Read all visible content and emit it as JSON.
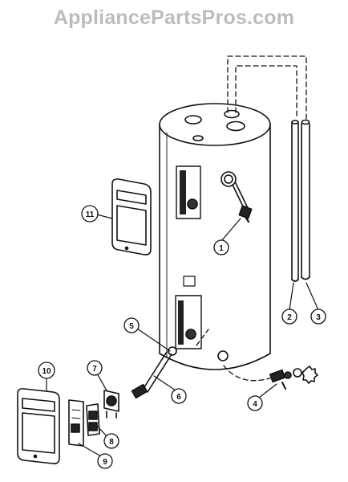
{
  "watermark": "AppliancePartsPros.com",
  "callouts": [
    {
      "number": "1",
      "part": "thermostat-knob-assembly"
    },
    {
      "number": "2",
      "part": "dip-tube"
    },
    {
      "number": "3",
      "part": "anode-rod"
    },
    {
      "number": "4",
      "part": "drain-valve"
    },
    {
      "number": "5",
      "part": "element-gasket"
    },
    {
      "number": "6",
      "part": "heating-element"
    },
    {
      "number": "7",
      "part": "thermostat"
    },
    {
      "number": "8",
      "part": "thermostat-limit-control"
    },
    {
      "number": "9",
      "part": "insulation-pad"
    },
    {
      "number": "10",
      "part": "lower-access-cover"
    },
    {
      "number": "11",
      "part": "upper-access-cover"
    }
  ],
  "colors": {
    "line": "#111111",
    "watermark": "#bcbcbc",
    "background": "#ffffff"
  }
}
